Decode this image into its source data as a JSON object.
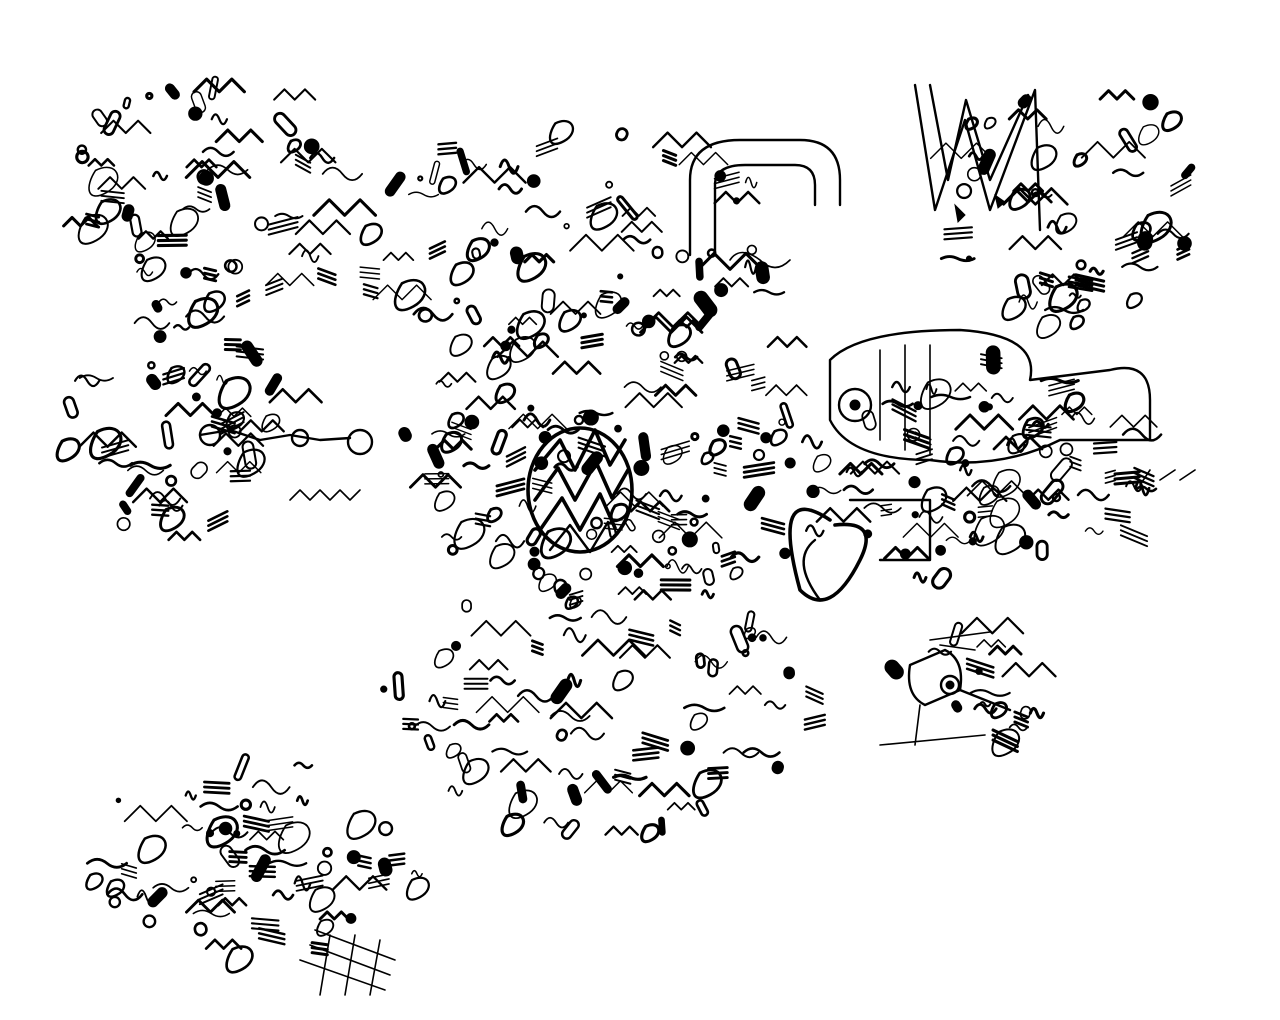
{
  "image": {
    "kind": "pen-and-ink abstract doodle",
    "background_color": "#ffffff",
    "ink_color": "#000000",
    "visible_text": [],
    "marks": [
      {
        "name": "upper-left-cluster",
        "seed": 11,
        "density": 70
      },
      {
        "name": "upper-center-cluster",
        "seed": 23,
        "density": 80
      },
      {
        "name": "upper-right-cluster",
        "seed": 37,
        "density": 60
      },
      {
        "name": "left-streak-cluster",
        "seed": 41,
        "density": 55
      },
      {
        "name": "center-cluster",
        "seed": 53,
        "density": 140
      },
      {
        "name": "right-machine-cluster",
        "seed": 67,
        "density": 90
      },
      {
        "name": "lower-center-cluster",
        "seed": 79,
        "density": 90
      },
      {
        "name": "lower-left-cluster",
        "seed": 83,
        "density": 70
      },
      {
        "name": "lower-right-drone",
        "seed": 97,
        "density": 20
      }
    ]
  }
}
